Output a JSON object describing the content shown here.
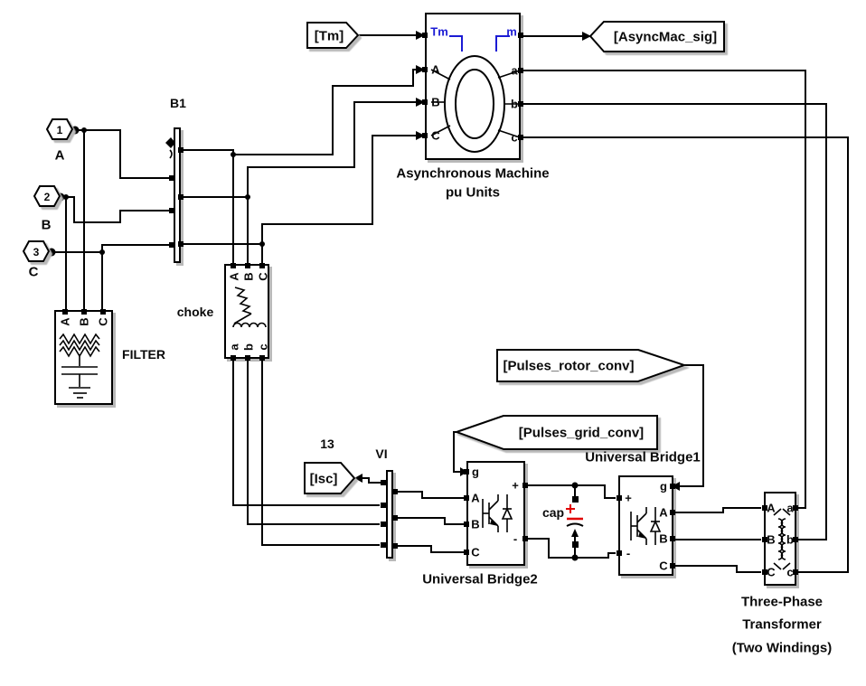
{
  "tags": {
    "tm_label": "[Tm]",
    "asyncmac_label": "[AsyncMac_sig]",
    "pulses_rotor_label": "[Pulses_rotor_conv]",
    "pulses_grid_label": "[Pulses_grid_conv]",
    "isc_label": "[Isc]",
    "isc_number": "13"
  },
  "sources": [
    {
      "number": "1",
      "phase": "A"
    },
    {
      "number": "2",
      "phase": "B"
    },
    {
      "number": "3",
      "phase": "C"
    }
  ],
  "machine": {
    "caption_line1": "Asynchronous Machine",
    "caption_line2": "pu Units",
    "port_tm": "Tm",
    "port_m": "m",
    "port_A": "A",
    "port_B": "B",
    "port_C": "C",
    "port_a": "a",
    "port_b": "b",
    "port_c": "c"
  },
  "bus_b1": {
    "label": "B1"
  },
  "measure_vi": {
    "label": "VI"
  },
  "filter": {
    "caption": "FILTER",
    "port_A": "A",
    "port_B": "B",
    "port_C": "C"
  },
  "choke": {
    "caption": "choke",
    "port_A": "A",
    "port_B": "B",
    "port_C": "C",
    "port_a": "a",
    "port_b": "b",
    "port_c": "c"
  },
  "bridge2": {
    "caption": "Universal Bridge2",
    "port_g": "g",
    "port_A": "A",
    "port_B": "B",
    "port_C": "C",
    "port_plus": "+",
    "port_minus": "-"
  },
  "bridge1": {
    "caption": "Universal Bridge1",
    "port_g": "g",
    "port_A": "A",
    "port_B": "B",
    "port_C": "C",
    "port_plus": "+",
    "port_minus": "-"
  },
  "capacitor": {
    "label": "cap"
  },
  "transformer": {
    "caption_line1": "Three-Phase",
    "caption_line2": "Transformer",
    "caption_line3": "(Two Windings)",
    "port_A": "A",
    "port_B": "B",
    "port_C": "C",
    "port_a": "a",
    "port_b": "b",
    "port_c": "c"
  },
  "colors": {
    "wire": "#000000",
    "signal_blue": "#1b1bd4",
    "cap_red": "#e00000",
    "shadow": "#b9b9b9"
  }
}
